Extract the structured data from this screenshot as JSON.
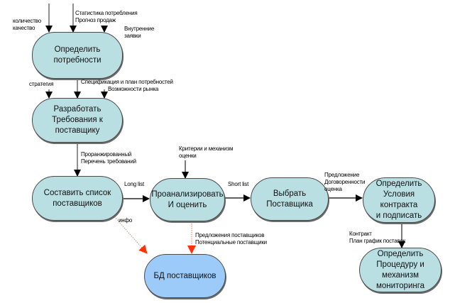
{
  "diagram": {
    "type": "process-flow",
    "colors": {
      "process_fill": "#b9dfe3",
      "database_fill": "#9ccbfa",
      "border": "#4a4a4a",
      "flow_arrow": "#000000",
      "info_arrow": "#ff3300"
    },
    "nodes": [
      {
        "id": "define-needs",
        "text": "Определить\nпотребности"
      },
      {
        "id": "develop-requirements",
        "text": "Разработать\nТребования к\nпоставщику"
      },
      {
        "id": "compile-supplier-list",
        "text": "Составить список\nпоставщиков"
      },
      {
        "id": "analyze-evaluate",
        "text": "Проанализировать\nИ оценить"
      },
      {
        "id": "select-supplier",
        "text": "Выбрать\nПоставщика"
      },
      {
        "id": "contract-terms",
        "text": "Определить\nУсловия контракта\nи подписать"
      },
      {
        "id": "monitoring-procedure",
        "text": "Определить\nПроцедуру и механизм\nмониторинга"
      },
      {
        "id": "supplier-db",
        "text": "БД поставщиков"
      }
    ],
    "labels": {
      "quantity_quality": "количество\nкачество",
      "consumption_stats": "Статистика потребления\nПрогноз продаж",
      "internal_requests": "Внутренние\nзаявки",
      "strategy": "стратегия",
      "spec_plan": "Спецификация и план потребностей",
      "market_opportunities": "Возможности рынка",
      "ranked_requirements": "Проранжированный\nПеречень требований",
      "criteria": "Критерии и механизм\nоценки",
      "long_list": "Long list",
      "short_list": "Short list",
      "proposal": "Предложение\nДоговоренности\nоценка",
      "info": "инфо",
      "supplier_proposals": "Предложения поставщиков\nПотенциальные поставщики",
      "contract": "Контракт\nПлан график поставок"
    }
  }
}
